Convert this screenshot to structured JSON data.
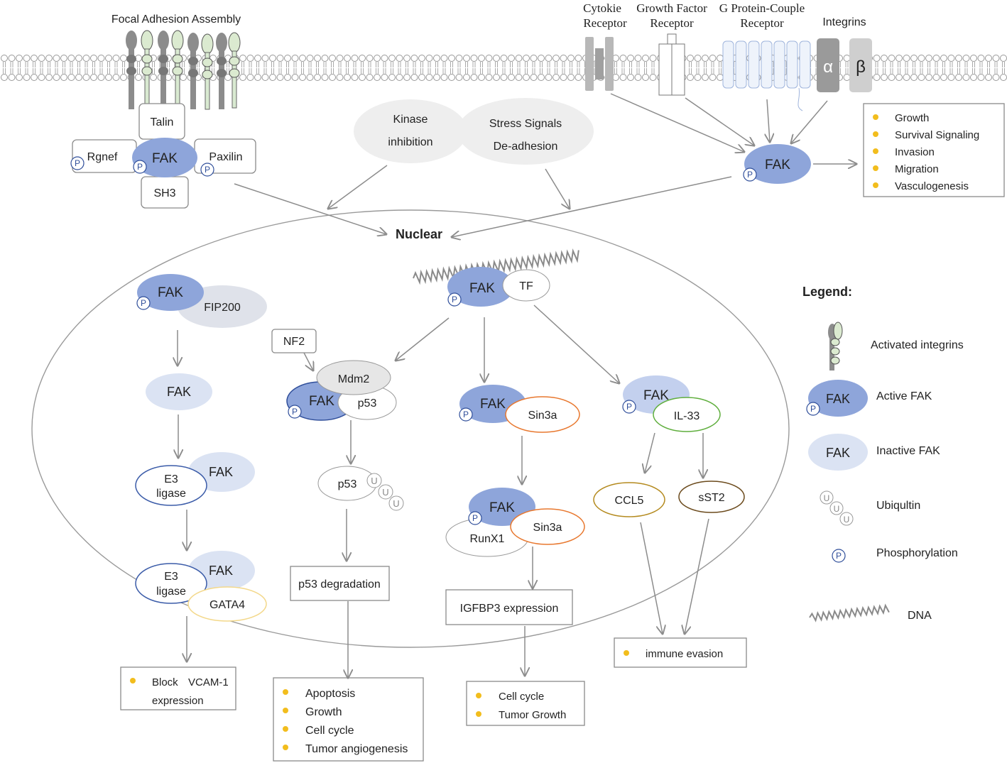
{
  "membrane": {
    "focal_adhesion_title": "Focal Adhesion Assembly",
    "cytokine_receptor": [
      "Cytokie",
      "Receptor"
    ],
    "growth_factor_receptor": [
      "Growth Factor",
      "Receptor"
    ],
    "gpcr": [
      "G Protein-Couple",
      "Receptor"
    ],
    "integrins": "Integrins",
    "alpha": "α",
    "beta": "β"
  },
  "focal_complex": {
    "talin": "Talin",
    "rgnef": "Rgnef",
    "fak": "FAK",
    "paxilin": "Paxilin",
    "sh3": "SH3",
    "p": "P"
  },
  "signals": {
    "kinase": [
      "Kinase",
      "inhibition"
    ],
    "stress": [
      "Stress Signals",
      "De-adhesion"
    ]
  },
  "membrane_fak": {
    "fak": "FAK",
    "p": "P",
    "outcomes": [
      "Growth",
      "Survival Signaling",
      "Invasion",
      "Migration",
      "Vasculogenesis"
    ]
  },
  "nucleus": {
    "title": "Nuclear",
    "top": {
      "fak": "FAK",
      "tf": "TF",
      "p": "P"
    },
    "col1": {
      "fak": "FAK",
      "fip200": "FIP200",
      "fak_inactive": "FAK",
      "e3": [
        "E3",
        "ligase"
      ],
      "fak2": "FAK",
      "e3b": [
        "E3",
        "ligase"
      ],
      "fak3": "FAK",
      "gata4": "GATA4",
      "p": "P",
      "outcome": [
        "Block",
        "VCAM-1",
        "expression"
      ]
    },
    "col2": {
      "nf2": "NF2",
      "mdm2": "Mdm2",
      "fak": "FAK",
      "p53": "p53",
      "p53b": "p53",
      "u": "U",
      "degradation": "p53 degradation",
      "p": "P",
      "outcomes": [
        "Apoptosis",
        "Growth",
        "Cell cycle",
        "Tumor angiogenesis"
      ]
    },
    "col3": {
      "fak": "FAK",
      "sin3a": "Sin3a",
      "fak2": "FAK",
      "runx1": "RunX1",
      "sin3a2": "Sin3a",
      "igfbp3": "IGFBP3 expression",
      "p": "P",
      "outcomes": [
        "Cell cycle",
        "Tumor Growth"
      ]
    },
    "col4": {
      "fak": "FAK",
      "il33": "IL-33",
      "ccl5": "CCL5",
      "sst2": "sST2",
      "p": "P",
      "outcome": "immune evasion"
    }
  },
  "legend": {
    "title": "Legend:",
    "items": [
      "Activated integrins",
      "Active FAK",
      "Inactive FAK",
      "Ubiqultin",
      "Phosphorylation",
      "DNA"
    ],
    "fak": "FAK",
    "p": "P",
    "u": "U"
  },
  "colors": {
    "fak_active": "#8ea5da",
    "fak_inactive": "#dbe3f3",
    "sin3a": "#e8782f",
    "il33": "#5fae3d",
    "ccl5": "#b48a1e",
    "sst2": "#6b4a1c",
    "gata4": "#f3d88a",
    "e3": "#3a5ba8",
    "bullet": "#f2bd1d"
  }
}
